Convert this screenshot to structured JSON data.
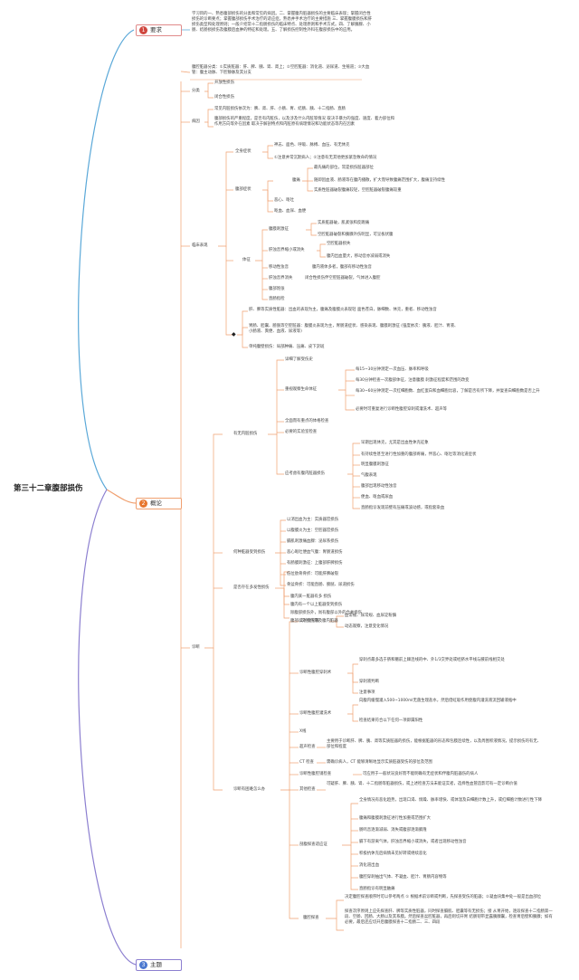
{
  "colors": {
    "purple": "#8c7fd0",
    "blue": "#5aa8d8",
    "orange": "#f0a070",
    "red": "#d0463e",
    "badge_orange": "#e8772e",
    "badge_blue": "#4b78d0"
  },
  "root": "第三十二章腹部损伤",
  "sections": [
    {
      "num": "1",
      "label": "要求"
    },
    {
      "num": "2",
      "label": "概论"
    },
    {
      "num": "3",
      "label": "主题"
    }
  ],
  "req_text": "学习目的一、熟悉腹部损伤的分类和常见的病因。二、掌握腹内脏器损伤的主要临床表现；掌握闭合性损伤的诊断要点；掌握腹部损伤手术治疗的适应症。熟悉并手术治疗的主要措施 三、掌握腹膜损伤和肝损伤类型和处理原则；一般介绍常十二指肠损伤的临床特点、处理原则和手术方式。四、了解胰腺、小肠、结肠损损伤及腹膜后血肿的特征和处理。五、了解损伤控制性外科在腹部损伤中的应用。",
  "class_line": "腹腔脏器分类：①实质脏器：肝、脾、胰、肾、肾上；②空腔脏器：消化道、泌尿道、生殖道；③大血管：腹主动脉、下腔静脉及其分支",
  "fenlei": {
    "label": "分类",
    "items": [
      "开放性损伤",
      "闭合性损伤"
    ]
  },
  "bingyin": {
    "label": "病因",
    "items": [
      "常见内脏损伤依次为：脾、肾、肝、小肠、胃、结肠、胰、十二指肠、直肠",
      "腹部损伤的严重程度，是否有内脏伤，以及涉及什么内脏等情况 取决于暴力的强度、速度、着力部位和作用方向等外在因素 取决于解剖特点和内脏原有病理情况和功能状态等内在因素"
    ]
  },
  "linchuang": {
    "label": "临床表现",
    "quanshen": {
      "label": "全身症状",
      "items": [
        "神志、面色、呼吸、脉搏、血压、有无休克",
        "①注意并常沉默病人；②注意有无其他更加紧急致命的情况"
      ]
    },
    "fubu": {
      "label": "腹部症状",
      "futong": {
        "label": "腹痛",
        "items": [
          "最先痛的部位，常是损伤脏器部位",
          "随即因血液、肠液等在腹内播散，扩大而导致腹痛范围扩大，腹痛呈持续性",
          "实质性脏器破裂腹痛较轻，空腔脏器破裂腹痛较重"
        ]
      },
      "items": [
        "恶心、呕吐",
        "呕血、血尿、血便"
      ]
    },
    "tizheng": {
      "label": "体征",
      "mocaji": {
        "label": "腹膜刺激征",
        "items": [
          "实质脏器破，肌紧张和反跳痛",
          "空腔脏器破裂和胰腺外伤明显，可呈板状腹"
        ]
      },
      "zhuoyin": {
        "label": "肝浊音界缩小或消失",
        "items": [
          "空腔脏器损失",
          "腹内出血量大，移动音亦减弱或消失"
        ]
      },
      "yidong": {
        "label": "移动性浊音",
        "text": "腹内液体多者，腹部有移动性浊音"
      },
      "changming": {
        "label": "肝浊音界消失",
        "text": "闭合性损伤伴空腔脏器破裂，气体进入腹腔"
      },
      "extra": [
        "腹部饱张",
        "直肠指检"
      ]
    },
    "spleen": {
      "bullet": "◆",
      "items": [
        "肝、脾等实质性脏器：出血的表现为主，腹痛及腹膜炎表现轻 面色苍白，脉细数、休克，重者、移动性浊音",
        "胃肠、胆囊、膀胱等空腔脏器：腹膜炎表现为主，胃肠道症状、感染表现、腹膜刺激征 (强度依次：胰液、胆汁、胃液、小肠液、粪便、血液、尿液等)",
        "单纯腹壁损伤：局部肿痛、压痛、皮下淤斑"
      ]
    }
  },
  "zhenduan": {
    "label": "诊断",
    "youwu": {
      "label": "有无内脏损伤",
      "items": [
        "详细了解受伤史",
        "全面而有重点的体格检查",
        "必要的实验室检查"
      ],
      "guancha": {
        "label": "重视观察生命体征",
        "items": [
          "每15~30分钟测定一次血压、脉率和呼吸",
          "每30分钟检查一次腹部体征，注意腹膜 刺激征程度和范围的改变",
          "每30~60分钟测定一次红细胞数、血红蛋白和血细胞比容，了解是否有所下降，并复查白细胞数是否上升",
          "必要时可重复进行诊断性腹腔穿刺或灌洗术、超声等"
        ]
      },
      "kaolv": {
        "label": "应考虑有腹内脏器损伤",
        "items": [
          "早期出现休克，尤其是出血性休克征象",
          "有持续性甚至进行性加重的腹部疼痛，伴恶心、呕吐等消化道症状",
          "明显腹膜刺激征",
          "气腹表现",
          "腹部出现移动性浊音",
          "便血、呕血或尿血",
          "直肠指诊发现前壁有压痛或波动感，或指套染血"
        ]
      }
    },
    "hezhong": {
      "label": "何种脏器受到损伤",
      "items": [
        "以消出血为主：实质器官损伤",
        "以腹膜炎为主：空腔器官损伤",
        "膈肌刺激痛血腺：泌尿系损伤",
        "恶心呕吐便血气腹：胃肠道损伤",
        "有肠膜刺激征：上腹部肝脾损伤",
        "低位肋骨骨折：可能肝脾破裂",
        "骨盆骨折：可能直肠、膀胱、尿道损伤"
      ]
    },
    "duofa": {
      "label": "是否存在多发性损伤",
      "items": [
        "腹内某一脏器有多 损伤",
        "腹内有一个以上脏器受到损伤",
        "除腹部损伤外，尚有腹部以外的合并损伤",
        "腹部以外损伤累及腹内脏器"
      ]
    },
    "kunnan": {
      "label": "诊断有困难怎么办",
      "shiyan": {
        "label": "实验室检查",
        "items": [
          "血常规、尿常规、血尿淀粉酶",
          "动态观察，注意变化情况"
        ]
      },
      "chuanci": {
        "label": "诊断性腹腔穿刺术",
        "items": [
          "穿刺点最多选于脐和髂前上棘连线的中、外1/3交界处或经脐水平线与腋前线相交处",
          "穿刺液判断",
          "注意事项"
        ]
      },
      "guanxi": {
        "label": "诊断性腹腔灌洗术",
        "items": [
          "向腹内缓慢灌入500~1000ml无菌生理盐水，然后借虹吸作用使腹内灌洗液流回输液瓶中",
          "检查结果符合以下任何一项即属阳性"
        ]
      },
      "xray": "X线",
      "chaosheng": {
        "label": "超声检查",
        "text": "主要用于诊断肝、脾、胰、肾等实质脏器的损伤，能根据脏器的形态和包膜连续性，以及周围积液情况，提示损伤的有无、部位和程度"
      },
      "ct": {
        "label": "CT 检查",
        "text": "需确诊病人，CT 能够清晰地显示实质脏器受伤的部位及范围"
      },
      "jingjian": {
        "label": "诊断性腹腔镜检查",
        "text": "可应用于一般状况良好而不能明确有无症状和伴腹内脏器伤的病人"
      },
      "qita": {
        "label": "其他检查",
        "text": "可疑肝、脾、胰、肾、十二指肠等脏器损伤，或上述检查方法未能证实者，选择性血管造影可有一定诊断价值"
      },
      "tanzha": {
        "label": "剖腹探查适应证",
        "items": [
          "全身情况有恶化趋势，出现口渴、烦躁、脉率增快、或体温及白细胞计数上升，或红细胞计数进行性下降",
          "腹痛和腹膜刺激征进行性加重或范围扩大",
          "肠鸣音逐渐减弱、消失或腹部逐渐膨隆",
          "膈下有游离气体，肝浊音界缩小或消失，或者出现移动性浊音",
          "积极抗休克后病情未见好转或继续恶化",
          "消化道出血",
          "腹腔穿刺抽出气体、不凝血、胆汁、胃肠内容物等",
          "直肠指诊有明显触痛"
        ]
      },
      "poufu": {
        "label": "腹腔探查",
        "items": [
          "决定腹腔探查顺序时可以参考两点 ① 根据术前诊断或判断，先探查受伤的脏器；②凝血块集中处一般是出血部位",
          "探查次序原则上应先探查肝、脾等实质性脏器，同时探查膈肌、胆囊等有无损伤；接 从胃开始，逐段探查十二指肠第一段、空肠、回肠、大肠以及其系膜。然后探查盆腔脏器，再后则切开胃 结肠韧带显露胰腺囊，检查胃后壁和胰腺；如有必要，最后还应切开后腹膜探查十二指肠二、三、四段"
        ]
      }
    }
  }
}
